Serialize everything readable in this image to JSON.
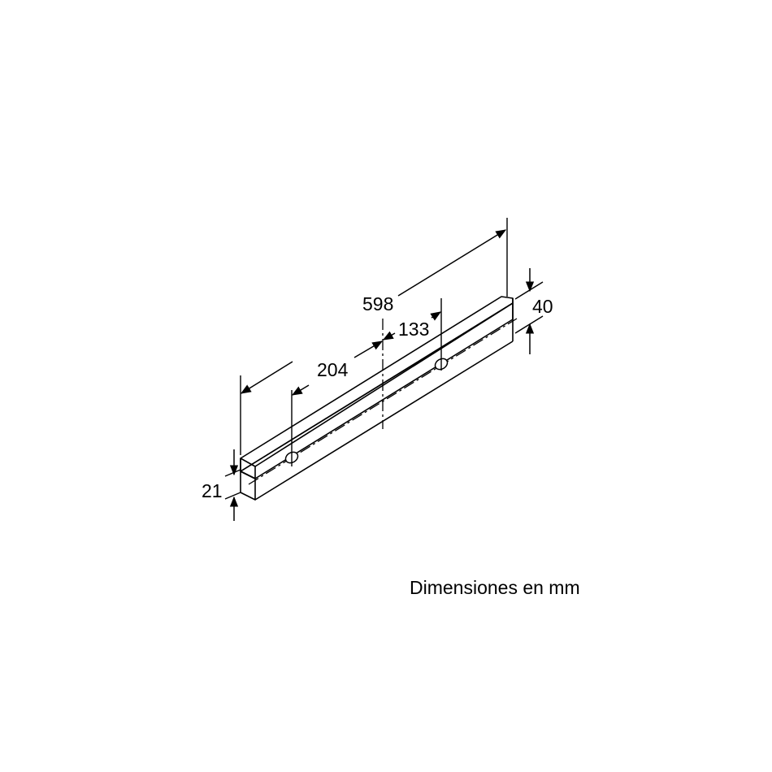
{
  "dimensions": {
    "overall_length": "598",
    "hole_offset_left": "204",
    "hole_offset_right": "133",
    "height_right": "40",
    "height_left": "21"
  },
  "caption": "Dimensiones en mm",
  "colors": {
    "line": "#000000",
    "background": "#ffffff"
  }
}
